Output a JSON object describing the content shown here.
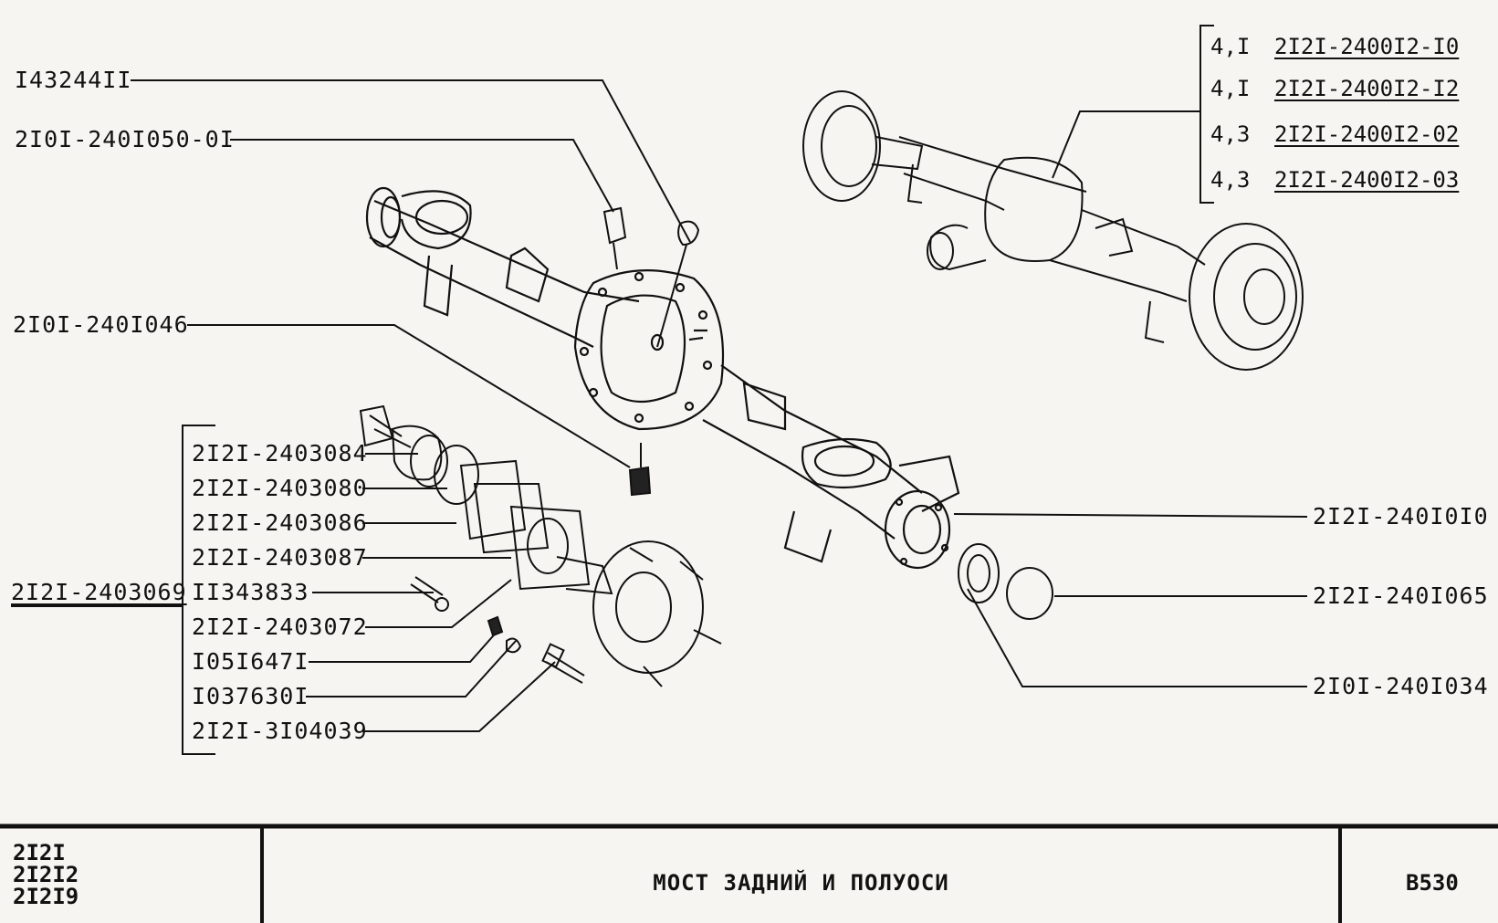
{
  "callouts": {
    "c143244II": "I43244II",
    "c2101_240I050": "2I0I-240I050-0I",
    "c2101_240I046": "2I0I-240I046",
    "c2403084": "2I2I-2403084",
    "c2403080": "2I2I-2403080",
    "c2403086": "2I2I-2403086",
    "c2403087": "2I2I-2403087",
    "c2403069": "2I2I-2403069",
    "c11343833": "II343833",
    "c2403072": "2I2I-2403072",
    "c1051647": "I05I647I",
    "c1037630": "I037630I",
    "c3104039": "2I2I-3I04039",
    "c240I0I0": "2I2I-240I0I0",
    "c240I065": "2I2I-240I065",
    "c240I034": "2I0I-240I034"
  },
  "variants": [
    {
      "ratio": "4,I",
      "part": "2I2I-2400I2-I0"
    },
    {
      "ratio": "4,I",
      "part": "2I2I-2400I2-I2"
    },
    {
      "ratio": "4,3",
      "part": "2I2I-2400I2-02"
    },
    {
      "ratio": "4,3",
      "part": "2I2I-2400I2-03"
    }
  ],
  "title_block": {
    "models": "2I2I\n2I2I2\n2I2I9",
    "title": "МОСТ ЗАДНИЙ И ПОЛУОСИ",
    "code": "В530"
  }
}
